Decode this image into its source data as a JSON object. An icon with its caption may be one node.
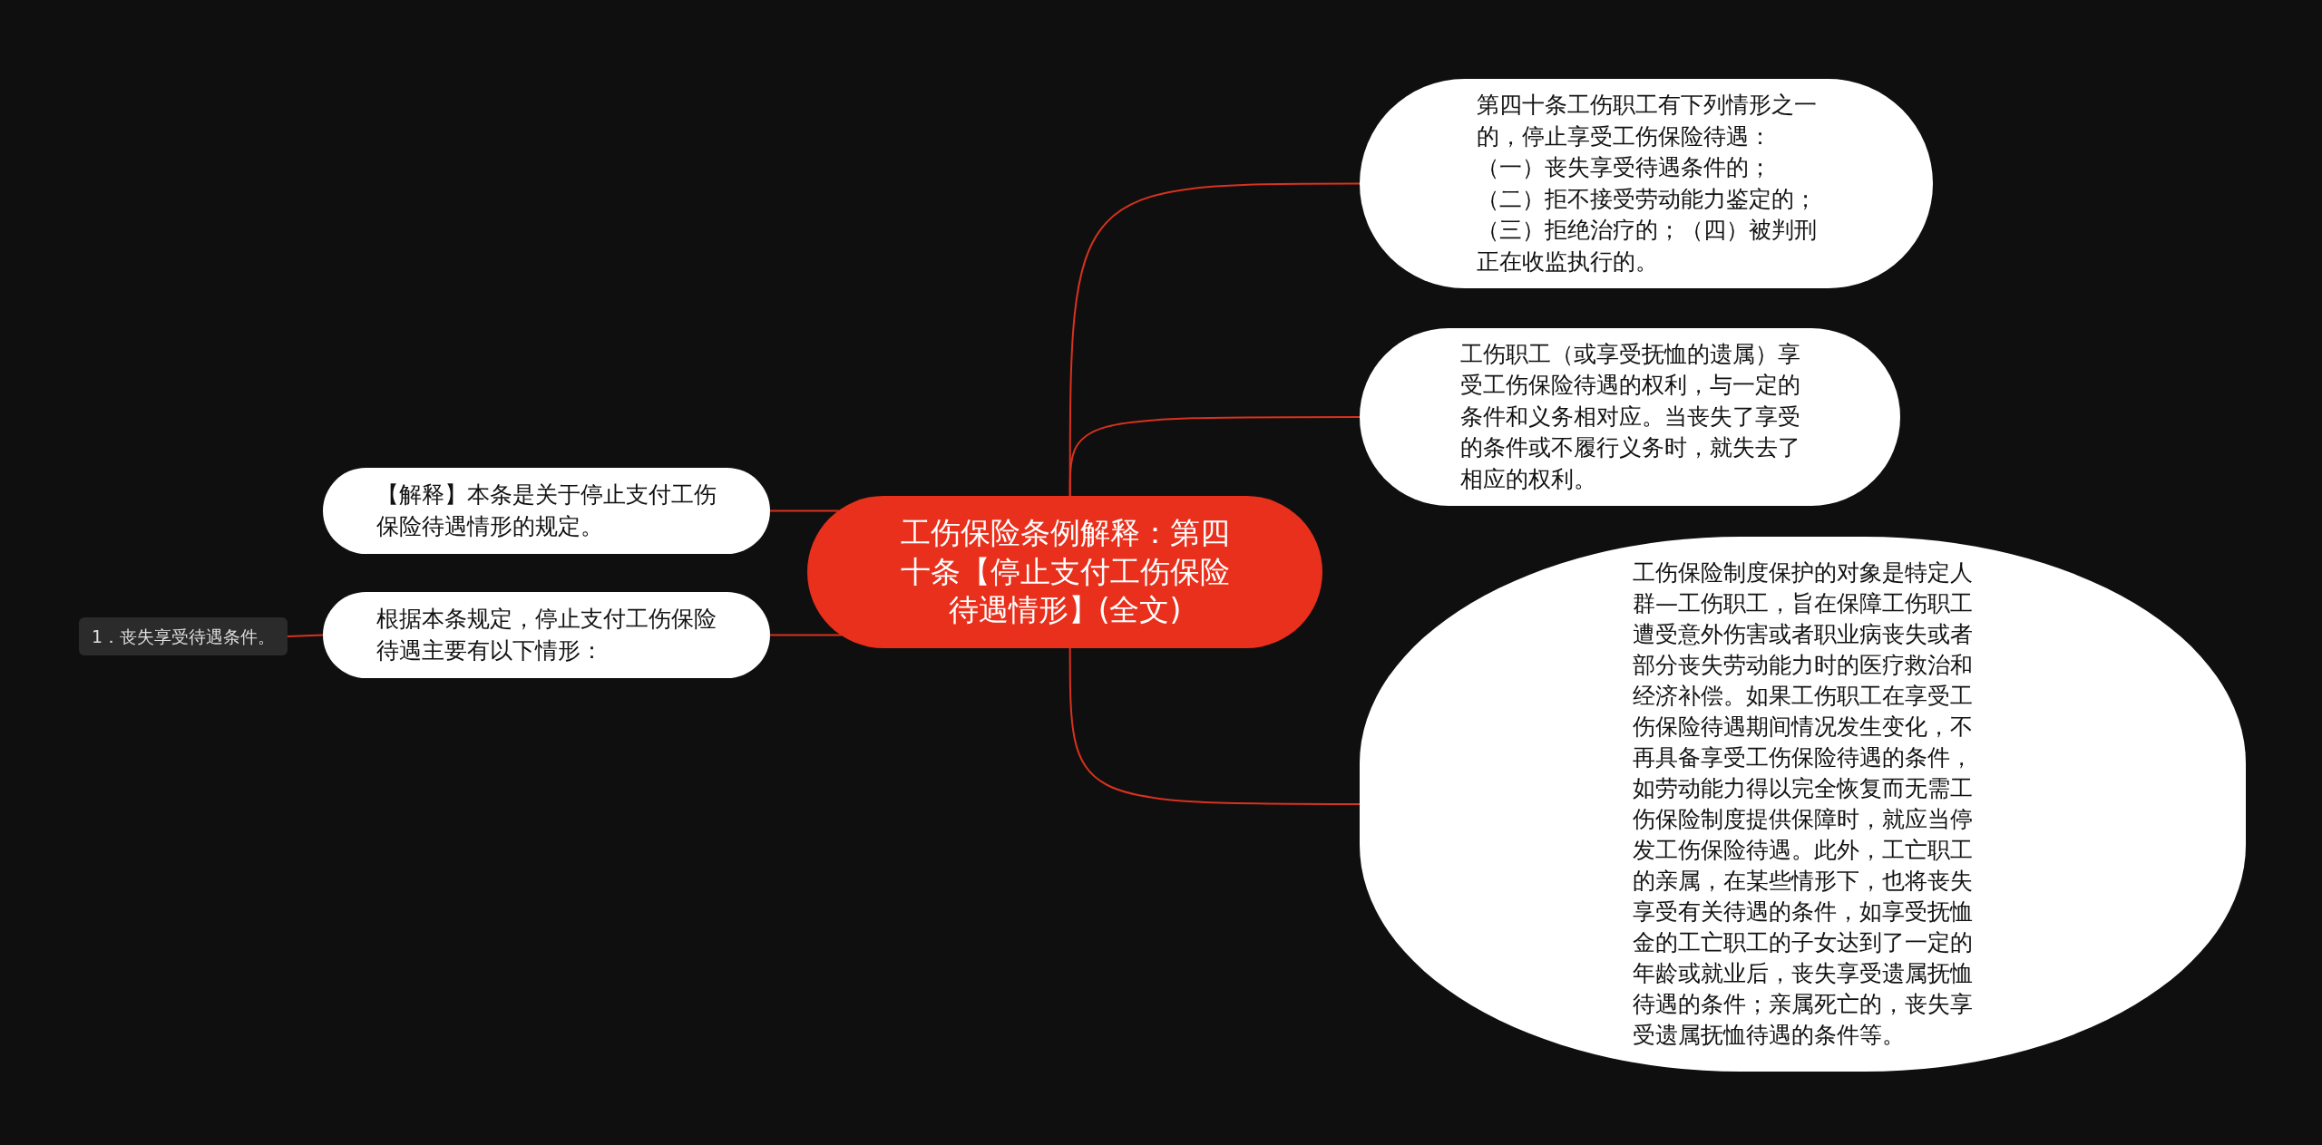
{
  "diagram": {
    "nodes": [
      {
        "text": [
          "工伤保险条例解释：第四十条【停止支付工伤保险待遇情形】(全文)"
        ]
      },
      {
        "text": [
          "第四十条工伤职工有下列情形之一的，停止享受工伤保险待遇：（一）丧失享受待遇条件的；（二）拒不接受劳动能力鉴定的；（三）拒绝治疗的；（四）被判刑正在收监执行的。"
        ]
      },
      {
        "text": [
          "工伤职工（或享受抚恤的遗属）享受工伤保险待遇的权利，与一定的条件和义务相对应。当丧失了享受的条件或不履行义务时，就失去了相应的权利。"
        ]
      },
      {
        "text": [
          "工伤保险制度保护的对象是特定人群—工伤职工，旨在保障工伤职工遭受意外伤害或者职业病丧失或者部分丧失劳动能力时的医疗救治和经济补偿。如果工伤职工在享受工伤保险待遇期间情况发生变化，不再具备享受工伤保险待遇的条件，如劳动能力得以完全恢复而无需工伤保险制度提供保障时，就应当停发工伤保险待遇。此外，工亡职工的亲属，在某些情形下，也将丧失享受有关待遇的条件，如享受抚恤金的工亡职工的子女达到了一定的年龄或就业后，丧失享受遗属抚恤待遇的条件；亲属死亡的，丧失享受遗属抚恤待遇的条件等。"
        ]
      },
      {
        "text": [
          "【解释】本条是关于停止支付工伤保险待遇情形的规定。"
        ]
      },
      {
        "text": [
          "根据本条规定，停止支付工伤保险待遇主要有以下情形："
        ]
      },
      {
        "text": [
          "1．丧失享受待遇条件。"
        ]
      }
    ],
    "edges": [
      {
        "from": 0,
        "to": 1,
        "arrow": "none"
      },
      {
        "from": 0,
        "to": 2,
        "arrow": "none"
      },
      {
        "from": 0,
        "to": 3,
        "arrow": "none"
      },
      {
        "from": 0,
        "to": 4,
        "arrow": "none"
      },
      {
        "from": 0,
        "to": 5,
        "arrow": "none"
      },
      {
        "from": 5,
        "to": 6,
        "arrow": "none"
      }
    ]
  }
}
